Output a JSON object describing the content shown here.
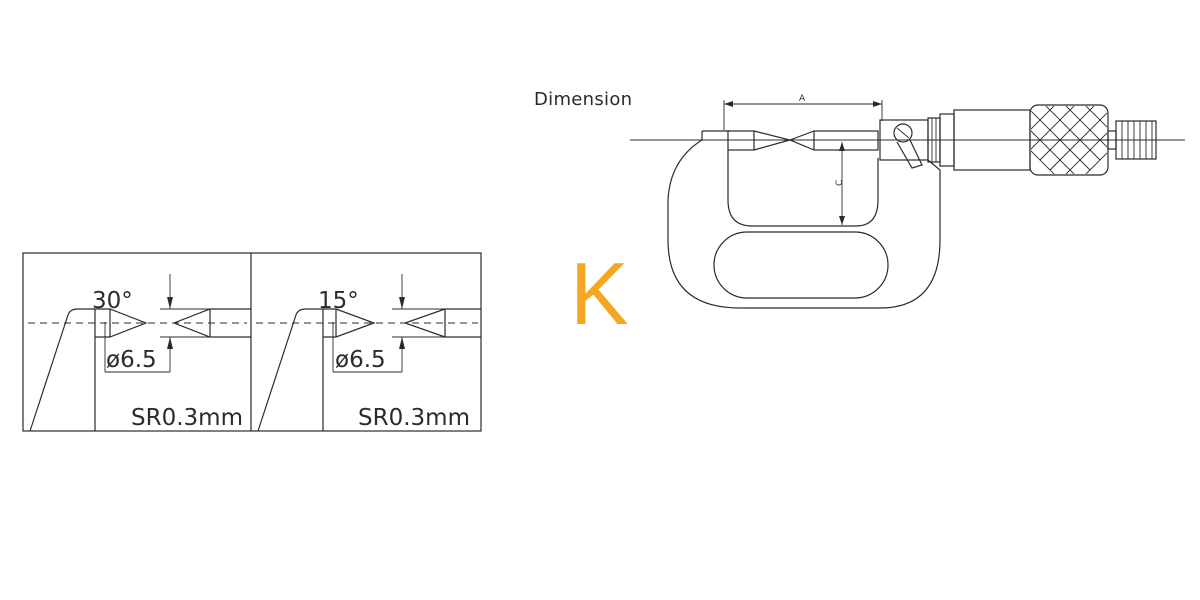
{
  "title": "Dimension",
  "model": "K",
  "colors": {
    "accent": "#f5a623",
    "line": "#2b2b2b"
  },
  "drawing": {
    "dim_a": "A",
    "dim_c": "C"
  },
  "tips": [
    {
      "angle": "30°",
      "diameter": "ø6.5",
      "radius": "SR0.3mm"
    },
    {
      "angle": "15°",
      "diameter": "ø6.5",
      "radius": "SR0.3mm"
    }
  ]
}
